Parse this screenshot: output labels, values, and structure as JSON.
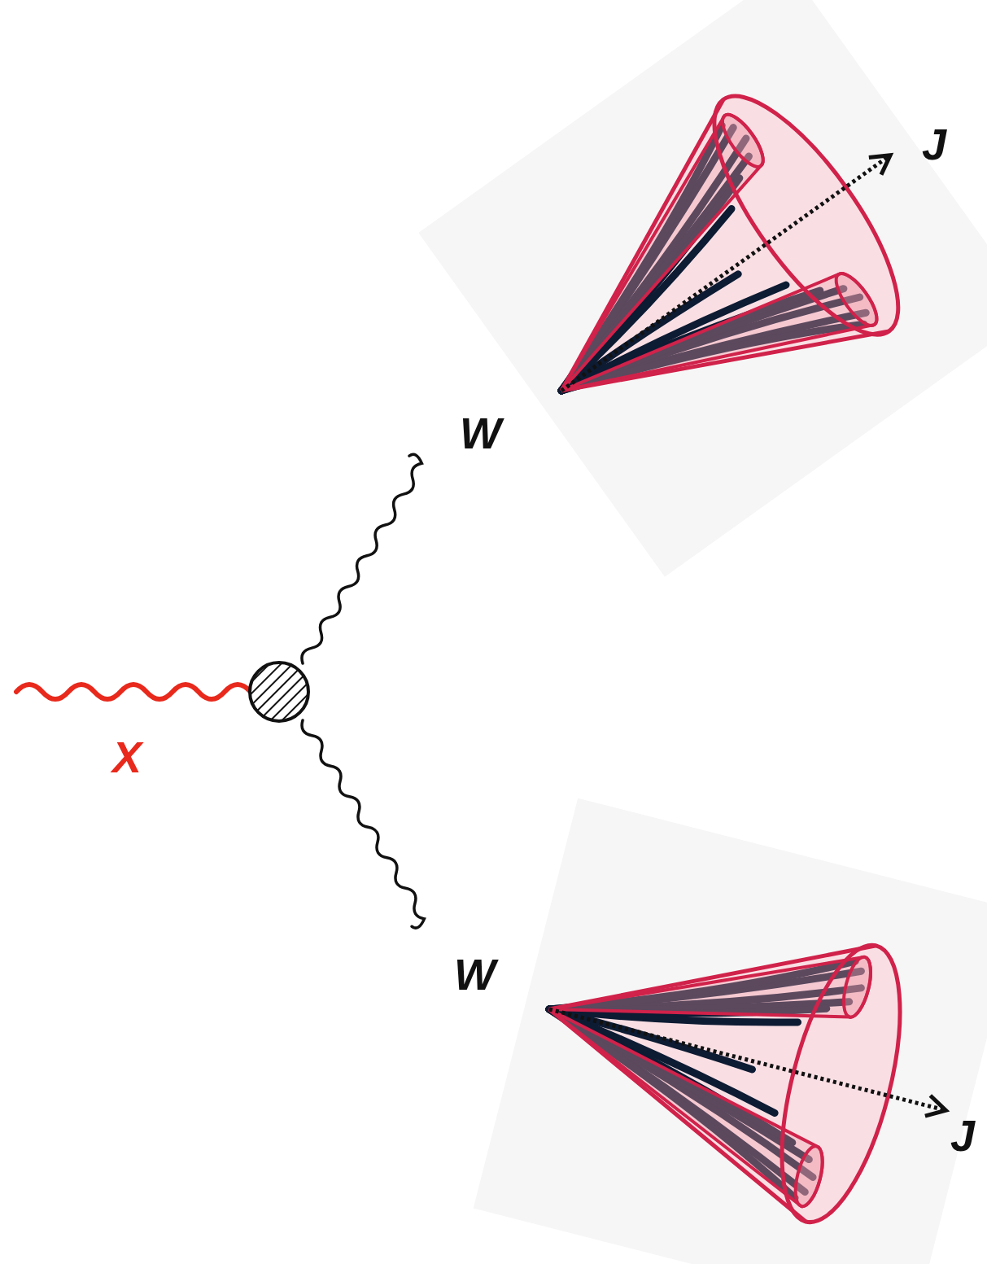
{
  "diagram": {
    "labels": [
      "J",
      "W",
      "X",
      "W",
      "J"
    ]
  }
}
